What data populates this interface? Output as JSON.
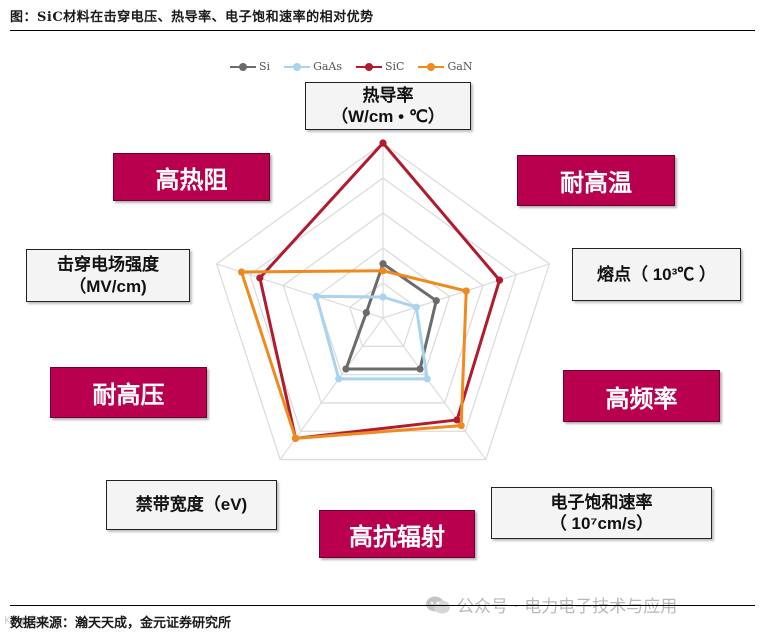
{
  "figure_title": "图：SiC材料在击穿电压、热导率、电子饱和速率的相对优势",
  "source_text": "数据来源：瀚天天成，金元证券研究所",
  "watermark_text": "公众号 · 电力电子技术与应用",
  "corner_mark": "K9●点电",
  "axis_labels": {
    "thermal": [
      "热导率",
      "（W/cm • ℃）"
    ],
    "melting": [
      "熔点（ 10³℃ ）"
    ],
    "saturation": [
      "电子饱和速率",
      "（ 10⁷cm/s）"
    ],
    "bandgap": [
      "禁带宽度（eV)"
    ],
    "breakdown": [
      "击穿电场强度",
      "（MV/cm)"
    ]
  },
  "advantages": {
    "high_thermal_resistance": "高热阻",
    "high_temp": "耐高温",
    "high_frequency": "高频率",
    "radiation_resistance": "高抗辐射",
    "high_voltage": "耐高压"
  },
  "chart_data": {
    "type": "radar",
    "axes": [
      "热导率",
      "熔点",
      "电子饱和速率",
      "禁带宽度",
      "击穿电场强度"
    ],
    "rmax": 1.0,
    "grid_levels": 5,
    "series": [
      {
        "name": "Si",
        "color": "#6b6b6b",
        "values": [
          0.31,
          0.32,
          0.36,
          0.36,
          0.1
        ]
      },
      {
        "name": "GaAs",
        "color": "#a9d3ee",
        "values": [
          0.12,
          0.2,
          0.43,
          0.43,
          0.4
        ]
      },
      {
        "name": "SiC",
        "color": "#b01c2e",
        "values": [
          1.0,
          0.7,
          0.72,
          0.85,
          0.74
        ]
      },
      {
        "name": "GaN",
        "color": "#ef8a1e",
        "values": [
          0.27,
          0.5,
          0.76,
          0.85,
          0.85
        ]
      }
    ]
  }
}
